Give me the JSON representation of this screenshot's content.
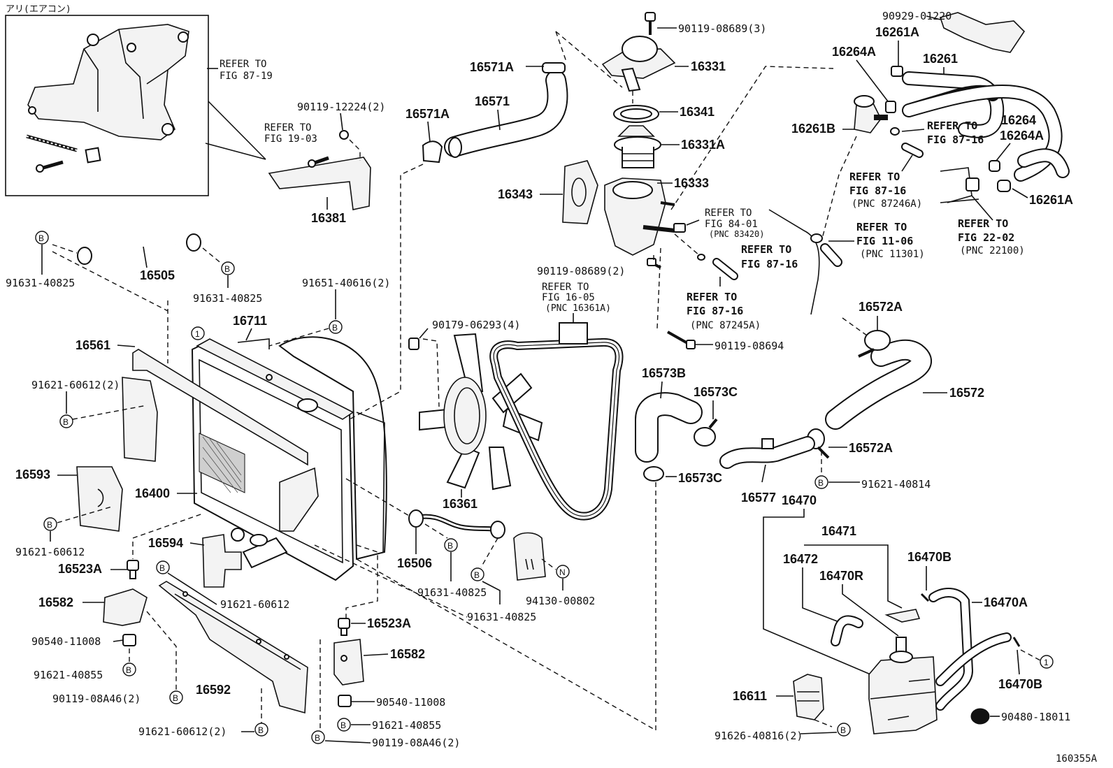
{
  "header": {
    "inset_title": "アリ(エアコン)"
  },
  "figure_id": "160355A",
  "callouts": {
    "b": "B",
    "n": "N",
    "one": "1"
  },
  "parts": {
    "p16571A_top": "16571A",
    "p16571A_left": "16571A",
    "p16571": "16571",
    "p90119_12224": "90119-12224(2)",
    "p16381": "16381",
    "p16505": "16505",
    "p91631_40825_a": "91631-40825",
    "p91631_40825_b": "91631-40825",
    "p91651_40616": "91651-40616(2)",
    "p16711": "16711",
    "p16561": "16561",
    "p91621_60612_2a": "91621-60612(2)",
    "p16593": "16593",
    "p16400": "16400",
    "p91621_60612_a": "91621-60612",
    "p16523A_a": "16523A",
    "p16594": "16594",
    "p91621_60612_b": "91621-60612",
    "p16582_a": "16582",
    "p90540_11008_a": "90540-11008",
    "p91621_40855_a": "91621-40855",
    "p90119_08A46_a": "90119-08A46(2)",
    "p16592": "16592",
    "p91621_60612_2b": "91621-60612(2)",
    "p16523A_b": "16523A",
    "p16582_b": "16582",
    "p90540_11008_b": "90540-11008",
    "p91621_40855_b": "91621-40855",
    "p90119_08A46_b": "90119-08A46(2)",
    "p16506": "16506",
    "p91631_40825_c": "91631-40825",
    "p91631_40825_d": "91631-40825",
    "p94130_00802": "94130-00802",
    "p16361": "16361",
    "p90179_06293": "90179-06293(4)",
    "p90119_08689_3": "90119-08689(3)",
    "p16331": "16331",
    "p16341": "16341",
    "p16331A": "16331A",
    "p16343": "16343",
    "p16333": "16333",
    "p90119_08689_2": "90119-08689(2)",
    "p90119_08694": "90119-08694",
    "p16573B": "16573B",
    "p16573C_a": "16573C",
    "p16573C_b": "16573C",
    "p16577": "16577",
    "p16572A_a": "16572A",
    "p16572": "16572",
    "p16572A_b": "16572A",
    "p91621_40814": "91621-40814",
    "p90929_01220": "90929-01220",
    "p16261A_a": "16261A",
    "p16264A_a": "16264A",
    "p16261": "16261",
    "p16261B": "16261B",
    "p16264": "16264",
    "p16264A_b": "16264A",
    "p16261A_b": "16261A",
    "p16470": "16470",
    "p16471": "16471",
    "p16472": "16472",
    "p16470R": "16470R",
    "p16470B_a": "16470B",
    "p16470A": "16470A",
    "p16470B_b": "16470B",
    "p16611": "16611",
    "p91626_40816": "91626-40816(2)",
    "p90480_18011": "90480-18011"
  },
  "refs": {
    "r_87_19": {
      "l1": "REFER TO",
      "l2": "FIG 87-19"
    },
    "r_19_03": {
      "l1": "REFER TO",
      "l2": "FIG 19-03"
    },
    "r_16_05": {
      "l1": "REFER TO",
      "l2": "FIG 16-05",
      "l3": "(PNC 16361A)"
    },
    "r_84_01": {
      "l1": "REFER TO",
      "l2": "FIG 84-01",
      "l3": "(PNC 83420)"
    },
    "r_87_16a": {
      "l1": "REFER TO",
      "l2": "FIG 87-16"
    },
    "r_87_16b": {
      "l1": "REFER TO",
      "l2": "FIG 87-16",
      "l3": "(PNC 87245A)"
    },
    "r_11_06": {
      "l1": "REFER TO",
      "l2": "FIG 11-06",
      "l3": "(PNC 11301)"
    },
    "r_87_16c": {
      "l1": "REFER TO",
      "l2": "FIG 87-16"
    },
    "r_87_16d": {
      "l1": "REFER TO",
      "l2": "FIG 87-16",
      "l3": "(PNC 87246A)"
    },
    "r_22_02": {
      "l1": "REFER TO",
      "l2": "FIG 22-02",
      "l3": "(PNC 22100)"
    }
  }
}
